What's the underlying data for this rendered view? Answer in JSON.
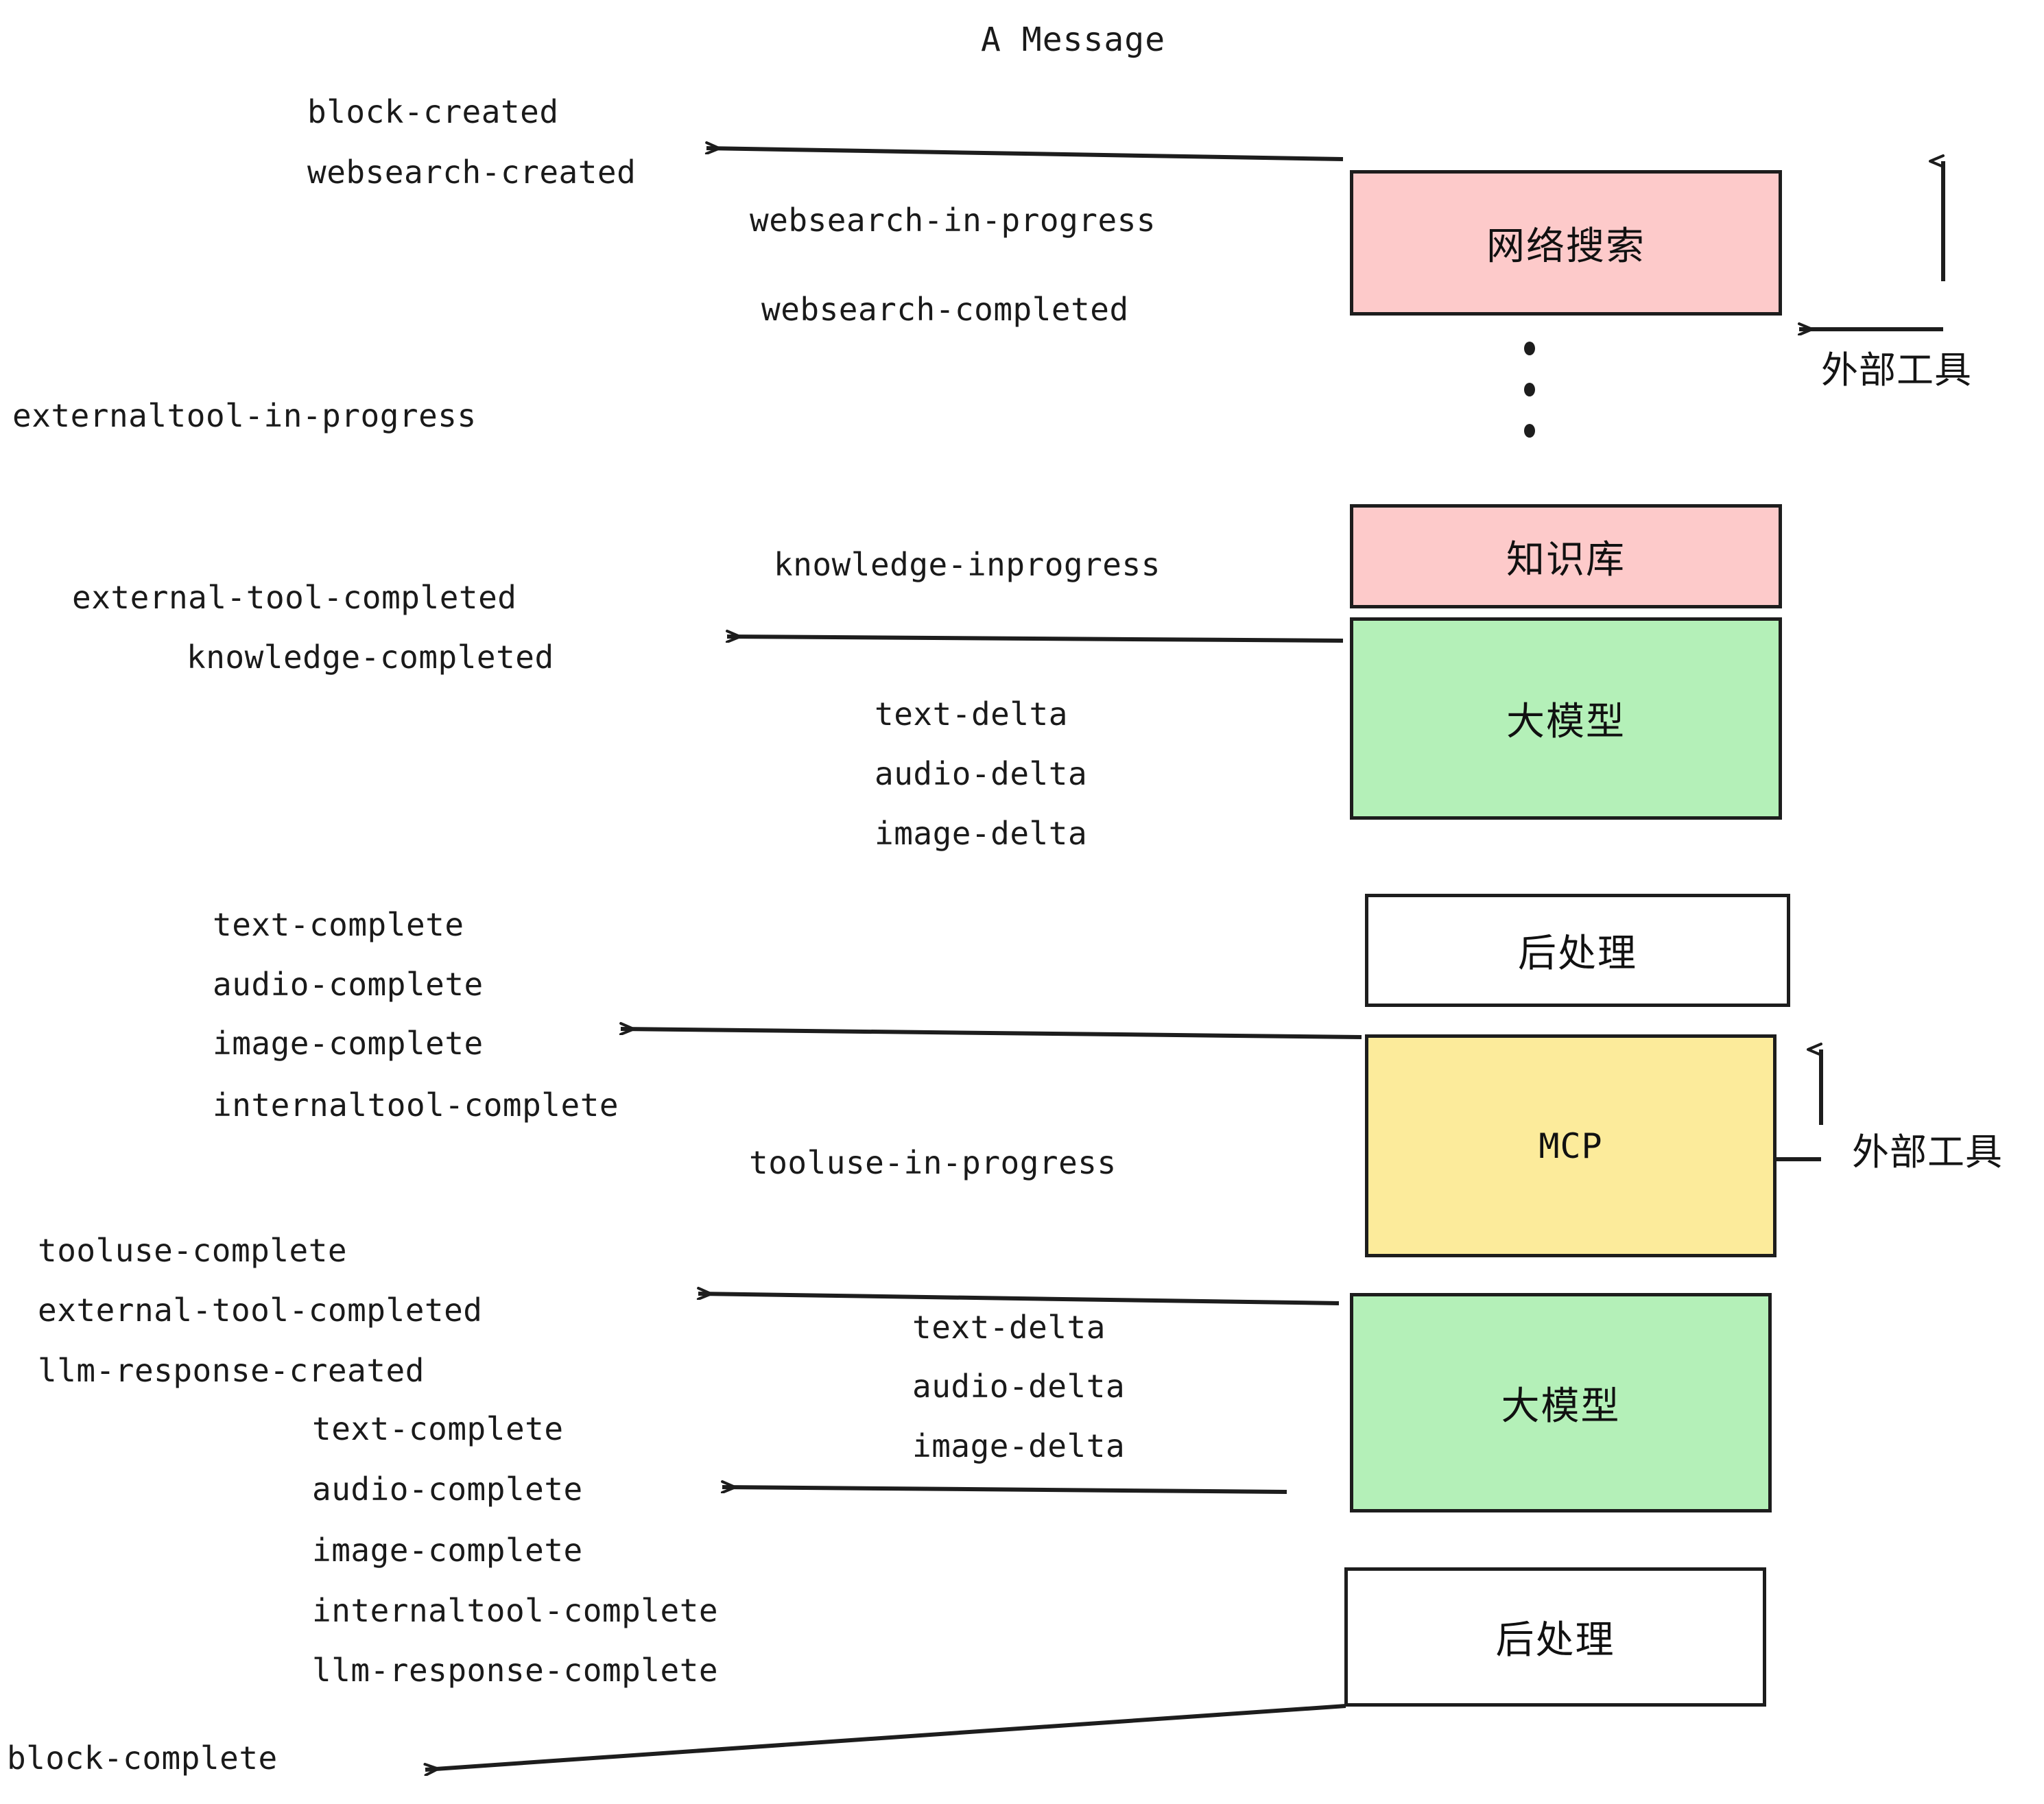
{
  "title": "A Message",
  "nodes": [
    {
      "id": "websearch",
      "label": "网络搜索",
      "color": "pink"
    },
    {
      "id": "knowledge",
      "label": "知识库",
      "color": "pink"
    },
    {
      "id": "llm-1",
      "label": "大模型",
      "color": "green"
    },
    {
      "id": "postproc-1",
      "label": "后处理",
      "color": "white"
    },
    {
      "id": "mcp",
      "label": "MCP",
      "color": "yellow"
    },
    {
      "id": "llm-2",
      "label": "大模型",
      "color": "green"
    },
    {
      "id": "postproc-2",
      "label": "后处理",
      "color": "white"
    }
  ],
  "side_annotations": [
    {
      "id": "external-tools-top",
      "label": "外部工具"
    },
    {
      "id": "external-tools-bottom",
      "label": "外部工具"
    }
  ],
  "events": [
    {
      "id": "block-created",
      "text": "block-created"
    },
    {
      "id": "websearch-created",
      "text": "websearch-created"
    },
    {
      "id": "websearch-in-progress",
      "text": "websearch-in-progress"
    },
    {
      "id": "websearch-completed",
      "text": "websearch-completed"
    },
    {
      "id": "externaltool-in-progress",
      "text": "externaltool-in-progress"
    },
    {
      "id": "knowledge-inprogress",
      "text": "knowledge-inprogress"
    },
    {
      "id": "external-tool-completed-1",
      "text": "external-tool-completed"
    },
    {
      "id": "knowledge-completed",
      "text": "knowledge-completed"
    },
    {
      "id": "text-delta-1",
      "text": "text-delta"
    },
    {
      "id": "audio-delta-1",
      "text": "audio-delta"
    },
    {
      "id": "image-delta-1",
      "text": "image-delta"
    },
    {
      "id": "text-complete-1",
      "text": "text-complete"
    },
    {
      "id": "audio-complete-1",
      "text": "audio-complete"
    },
    {
      "id": "image-complete-1",
      "text": "image-complete"
    },
    {
      "id": "internaltool-complete-1",
      "text": "internaltool-complete"
    },
    {
      "id": "tooluse-in-progress",
      "text": "tooluse-in-progress"
    },
    {
      "id": "tooluse-complete",
      "text": "tooluse-complete"
    },
    {
      "id": "external-tool-completed-2",
      "text": "external-tool-completed"
    },
    {
      "id": "llm-response-created",
      "text": "llm-response-created"
    },
    {
      "id": "text-delta-2",
      "text": "text-delta"
    },
    {
      "id": "audio-delta-2",
      "text": "audio-delta"
    },
    {
      "id": "image-delta-2",
      "text": "image-delta"
    },
    {
      "id": "text-complete-2",
      "text": "text-complete"
    },
    {
      "id": "audio-complete-2",
      "text": "audio-complete"
    },
    {
      "id": "image-complete-2",
      "text": "image-complete"
    },
    {
      "id": "internaltool-complete-2",
      "text": "internaltool-complete"
    },
    {
      "id": "llm-response-complete",
      "text": "llm-response-complete"
    },
    {
      "id": "block-complete",
      "text": "block-complete"
    }
  ],
  "colors": {
    "pink": "#fdcaca",
    "green": "#b4f0b8",
    "yellow": "#fceb9b",
    "white": "#ffffff",
    "stroke": "#1d1d1d",
    "background": "#ffffff"
  }
}
